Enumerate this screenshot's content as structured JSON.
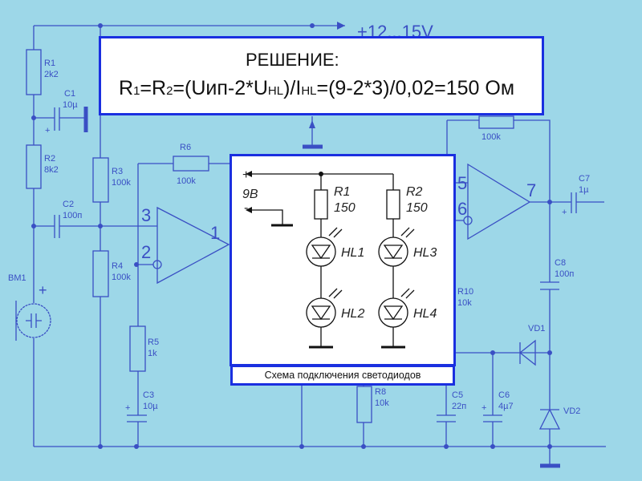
{
  "supply_label": "+12...15V",
  "solution": {
    "title": "РЕШЕНИЕ:",
    "formula": [
      "R",
      "1",
      "=R",
      "2",
      "=(Uип-2*U",
      "HL",
      ")/I",
      "HL",
      "=(9-2*3)/0,02=150 Ом"
    ]
  },
  "caption": "Схема подключения светодиодов",
  "components": {
    "R1": {
      "name": "R1",
      "value": "2k2"
    },
    "R2": {
      "name": "R2",
      "value": "8k2"
    },
    "R3": {
      "name": "R3",
      "value": "100k"
    },
    "R4": {
      "name": "R4",
      "value": "100k"
    },
    "R5": {
      "name": "R5",
      "value": "1k"
    },
    "R6": {
      "name": "R6",
      "value": "100k"
    },
    "R8": {
      "name": "R8",
      "value": "10k"
    },
    "R10": {
      "name": "R10",
      "value": "10k"
    },
    "Rfb": {
      "value": "100k"
    },
    "C1": {
      "name": "C1",
      "value": "10µ"
    },
    "C2": {
      "name": "C2",
      "value": "100п"
    },
    "C3": {
      "name": "C3",
      "value": "10µ"
    },
    "C5": {
      "name": "C5",
      "value": "22п"
    },
    "C6": {
      "name": "C6",
      "value": "4µ7"
    },
    "C7": {
      "name": "C7",
      "value": "1µ"
    },
    "C8": {
      "name": "C8",
      "value": "100п"
    },
    "VD1": "VD1",
    "VD2": "VD2",
    "BM1": "BM1",
    "plus": "+"
  },
  "pins": {
    "p3": "3",
    "p2": "2",
    "p1": "1",
    "p5": "5",
    "p6": "6",
    "p7": "7"
  },
  "led_circuit": {
    "plus": "+",
    "minus": "-",
    "voltage": "9В",
    "r1_name": "R1",
    "r1_value": "150",
    "r2_name": "R2",
    "r2_value": "150",
    "hl1": "HL1",
    "hl2": "HL2",
    "hl3": "HL3",
    "hl4": "HL4"
  }
}
